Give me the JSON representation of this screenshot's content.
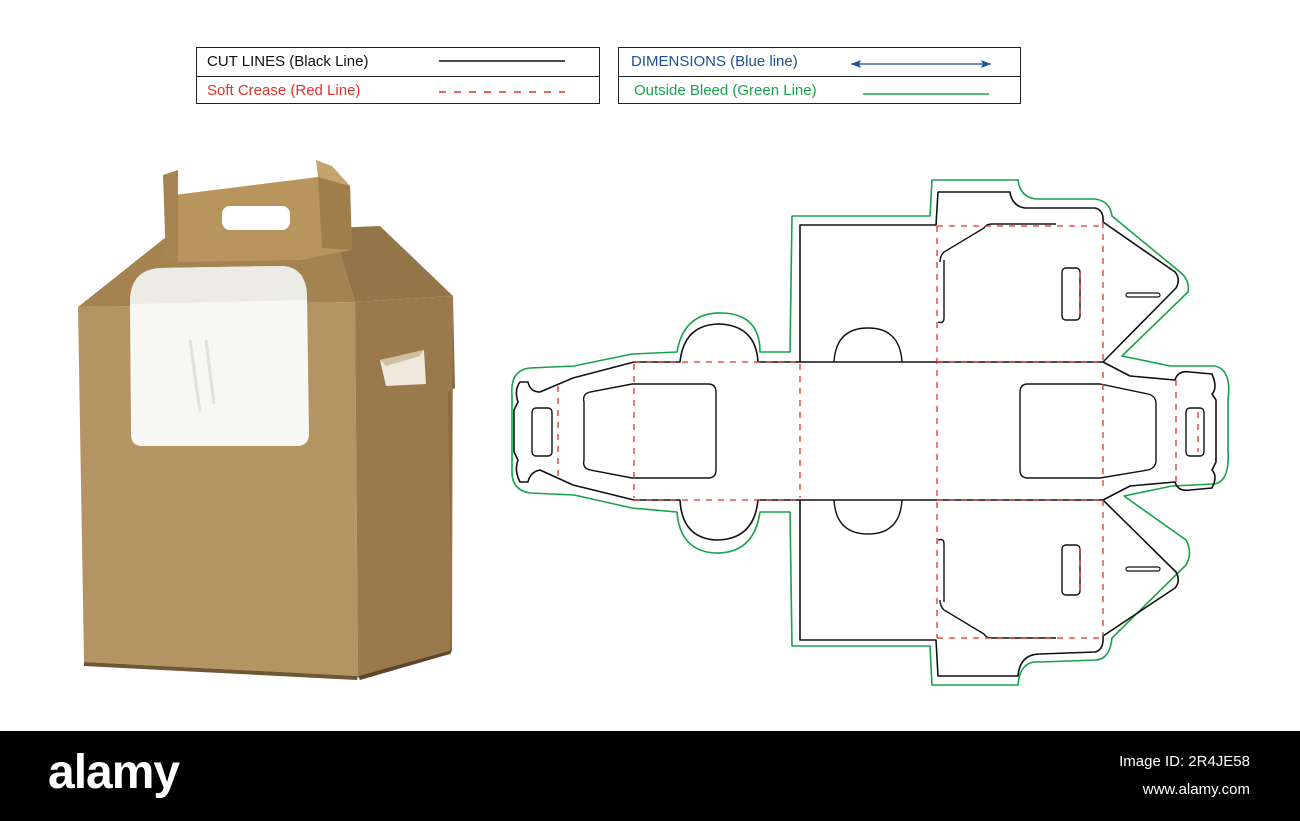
{
  "legend": {
    "cut": "CUT LINES (Black Line)",
    "crease": "Soft Crease (Red Line)",
    "dimensions": "DIMENSIONS (Blue line)",
    "bleed": "Outside Bleed (Green Line)"
  },
  "colors": {
    "cut": "#111111",
    "crease": "#e0322a",
    "dimension": "#1f4e9c",
    "bleed": "#16a34a",
    "kraft_front": "#b59463",
    "kraft_side": "#9a7a4c",
    "kraft_top": "#a78552",
    "window": "#f7f7f4"
  },
  "icons": {
    "dimension_arrow": "double-arrow-icon",
    "brand": "alamy-logo"
  },
  "watermark": {
    "brand": "alamy",
    "image_id": "Image ID: 2R4JE58",
    "site": "www.alamy.com"
  }
}
